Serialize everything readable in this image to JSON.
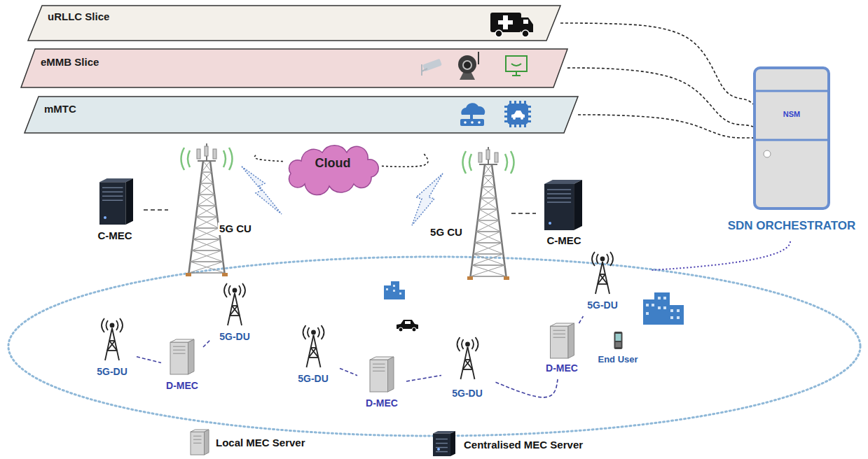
{
  "diagram": {
    "nodes": [
      {
        "text": [
          "uRLLC Slice"
        ]
      },
      {
        "text": [
          "eMMB Slice"
        ]
      },
      {
        "text": [
          "mMTC"
        ]
      },
      {
        "text": [
          "Cloud"
        ]
      },
      {
        "text": [
          "NSM",
          "SDN ORCHESTRATOR"
        ]
      },
      {
        "text": [
          "C-MEC"
        ]
      },
      {
        "text": [
          "5G CU"
        ]
      },
      {
        "text": [
          "5G CU"
        ]
      },
      {
        "text": [
          "C-MEC"
        ]
      },
      {
        "text": [
          "5G-DU"
        ]
      },
      {
        "text": [
          "5G-DU"
        ]
      },
      {
        "text": [
          "D-MEC"
        ]
      },
      {
        "text": [
          "End User"
        ]
      },
      {
        "text": [
          "5G-DU"
        ]
      },
      {
        "text": [
          "D-MEC"
        ]
      },
      {
        "text": [
          "5G-DU"
        ]
      },
      {
        "text": [
          "D-MEC"
        ]
      },
      {
        "text": [
          "5G-DU"
        ]
      }
    ],
    "edges": [
      {
        "from": 0,
        "to": 4,
        "arrow": "none"
      },
      {
        "from": 1,
        "to": 4,
        "arrow": "none"
      },
      {
        "from": 2,
        "to": 4,
        "arrow": "none"
      },
      {
        "from": 5,
        "to": 6,
        "arrow": "none"
      },
      {
        "from": 6,
        "to": 3,
        "arrow": "none"
      },
      {
        "from": 3,
        "to": 7,
        "arrow": "none"
      },
      {
        "from": 7,
        "to": 8,
        "arrow": "none"
      },
      {
        "from": 13,
        "to": 14,
        "arrow": "none"
      },
      {
        "from": 14,
        "to": 10,
        "arrow": "none"
      },
      {
        "from": 15,
        "to": 16,
        "arrow": "none"
      },
      {
        "from": 16,
        "to": 17,
        "arrow": "none"
      },
      {
        "from": 11,
        "to": 9,
        "arrow": "none"
      },
      {
        "from": 11,
        "to": 17,
        "arrow": "none"
      }
    ],
    "legend": [
      {
        "text": "Local MEC Server"
      },
      {
        "text": "Centralised MEC Server"
      }
    ]
  }
}
